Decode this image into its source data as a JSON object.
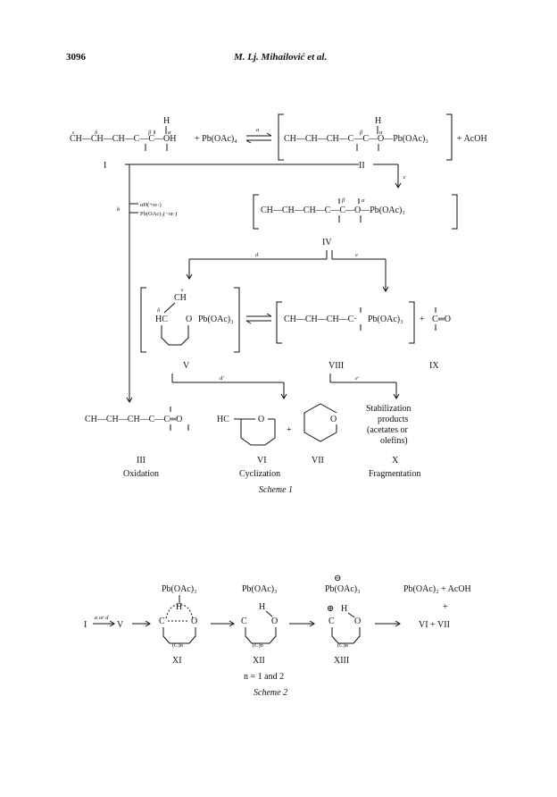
{
  "header": {
    "page_number": "3096",
    "running_title": "M. Lj. Mihailović et al."
  },
  "scheme1": {
    "caption": "Scheme 1",
    "reaction1": {
      "h_top": "H",
      "left_formula": "CH—CH—CH—C—C—OH",
      "plus_reagent": "+ Pb(OAc)₄",
      "bracket_formula": "CH—CH—CH—C—C—O—Pb(OAc)₃",
      "plus_acoh": "+ AcOH",
      "label_epsilon": "ε",
      "label_delta": "δ",
      "label_beta": "β",
      "label_alpha": "α",
      "arrow_label_a": "a"
    },
    "label_I": "I",
    "label_II": "II",
    "arrow_label_c": "c",
    "arrow_label_b": "b",
    "b_reagent_1": "αH(+or·)",
    "b_reagent_2": "Pb(OAc)₃(−or·)",
    "intermediate_IV_formula": "CH—CH—CH—C—C—O—Pb(OAc)₃",
    "label_IV": "IV",
    "arrow_label_d": "d",
    "arrow_label_e": "e",
    "intermediate_V": {
      "ch": "CH",
      "hc": "HC",
      "o": "O",
      "pb": "Pb(OAc)₃",
      "label_epsilon": "ε",
      "label_delta": "δ"
    },
    "intermediate_VIII_formula": "CH—CH—CH—C·",
    "intermediate_VIII_pb": "Pb(OAc)₃",
    "plus_IX": "+",
    "product_IX_formula": "C═O",
    "label_V": "V",
    "label_VIII": "VIII",
    "label_IX": "IX",
    "arrow_label_d_prime": "d′",
    "arrow_label_e_prime": "e′",
    "product_III_formula": "CH—CH—CH—C—C═O",
    "product_VI_hc": "HC",
    "product_VI_o": "O",
    "plus_VI_VII": "+",
    "product_VII_o": "O",
    "product_X_lines": [
      "Stabilization",
      "products",
      "(acetates or",
      "olefins)"
    ],
    "label_III": "III",
    "label_VI": "VI",
    "label_VII": "VII",
    "label_X": "X",
    "caption_oxidation": "Oxidation",
    "caption_cyclization": "Cyclization",
    "caption_fragmentation": "Fragmentation"
  },
  "scheme2": {
    "caption": "Scheme 2",
    "start": "I",
    "arrow_label": "a or d",
    "target": "V",
    "pb_XI": "Pb(OAc)₃",
    "pb_XII": "Pb(OAc)₃",
    "pb_XIII": "Pb(OAc)₃",
    "h_XI": "H",
    "h_XII": "H",
    "h_XIII": "H",
    "c_ring": "C",
    "o_ring": "O",
    "cn": "(C)n",
    "minus_sign": "⊖",
    "plus_sign": "⊕",
    "label_XI": "XI",
    "label_XII": "XII",
    "label_XIII": "XIII",
    "n_equals": "n = 1 and 2",
    "products_line1": "Pb(OAc)₂ + AcOH",
    "products_plus": "+",
    "products_line2": "VI + VII"
  }
}
